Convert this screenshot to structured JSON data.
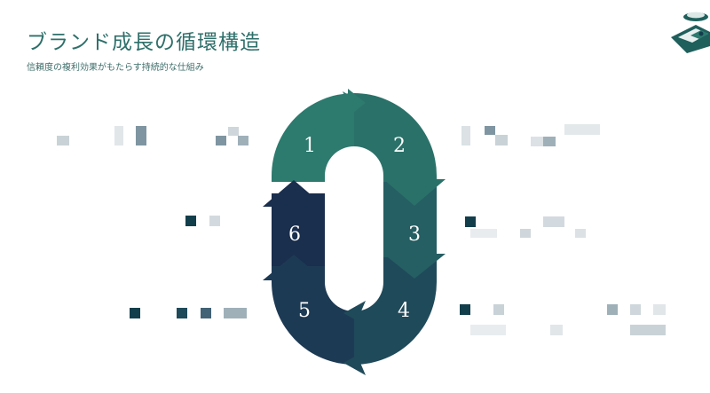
{
  "header": {
    "title": "ブランド成長の循環構造",
    "subtitle": "信頼度の複利効果がもたらす持続的な仕組み"
  },
  "cycle": {
    "steps": [
      {
        "number": "1",
        "color": "#2d7a6e"
      },
      {
        "number": "2",
        "color": "#2b6f6a"
      },
      {
        "number": "3",
        "color": "#265f63"
      },
      {
        "number": "4",
        "color": "#1f4a5a"
      },
      {
        "number": "5",
        "color": "#1d3a54"
      },
      {
        "number": "6",
        "color": "#1a2e4d"
      }
    ]
  },
  "colors": {
    "accent": "#2e6f6a",
    "dark_navy": "#1a2e4d",
    "placeholder_dark": "#123e4c",
    "placeholder_mid": "#7f95a1",
    "placeholder_light": "#cfd7dc"
  },
  "icons": {
    "logo": "isometric-stack-icon"
  }
}
